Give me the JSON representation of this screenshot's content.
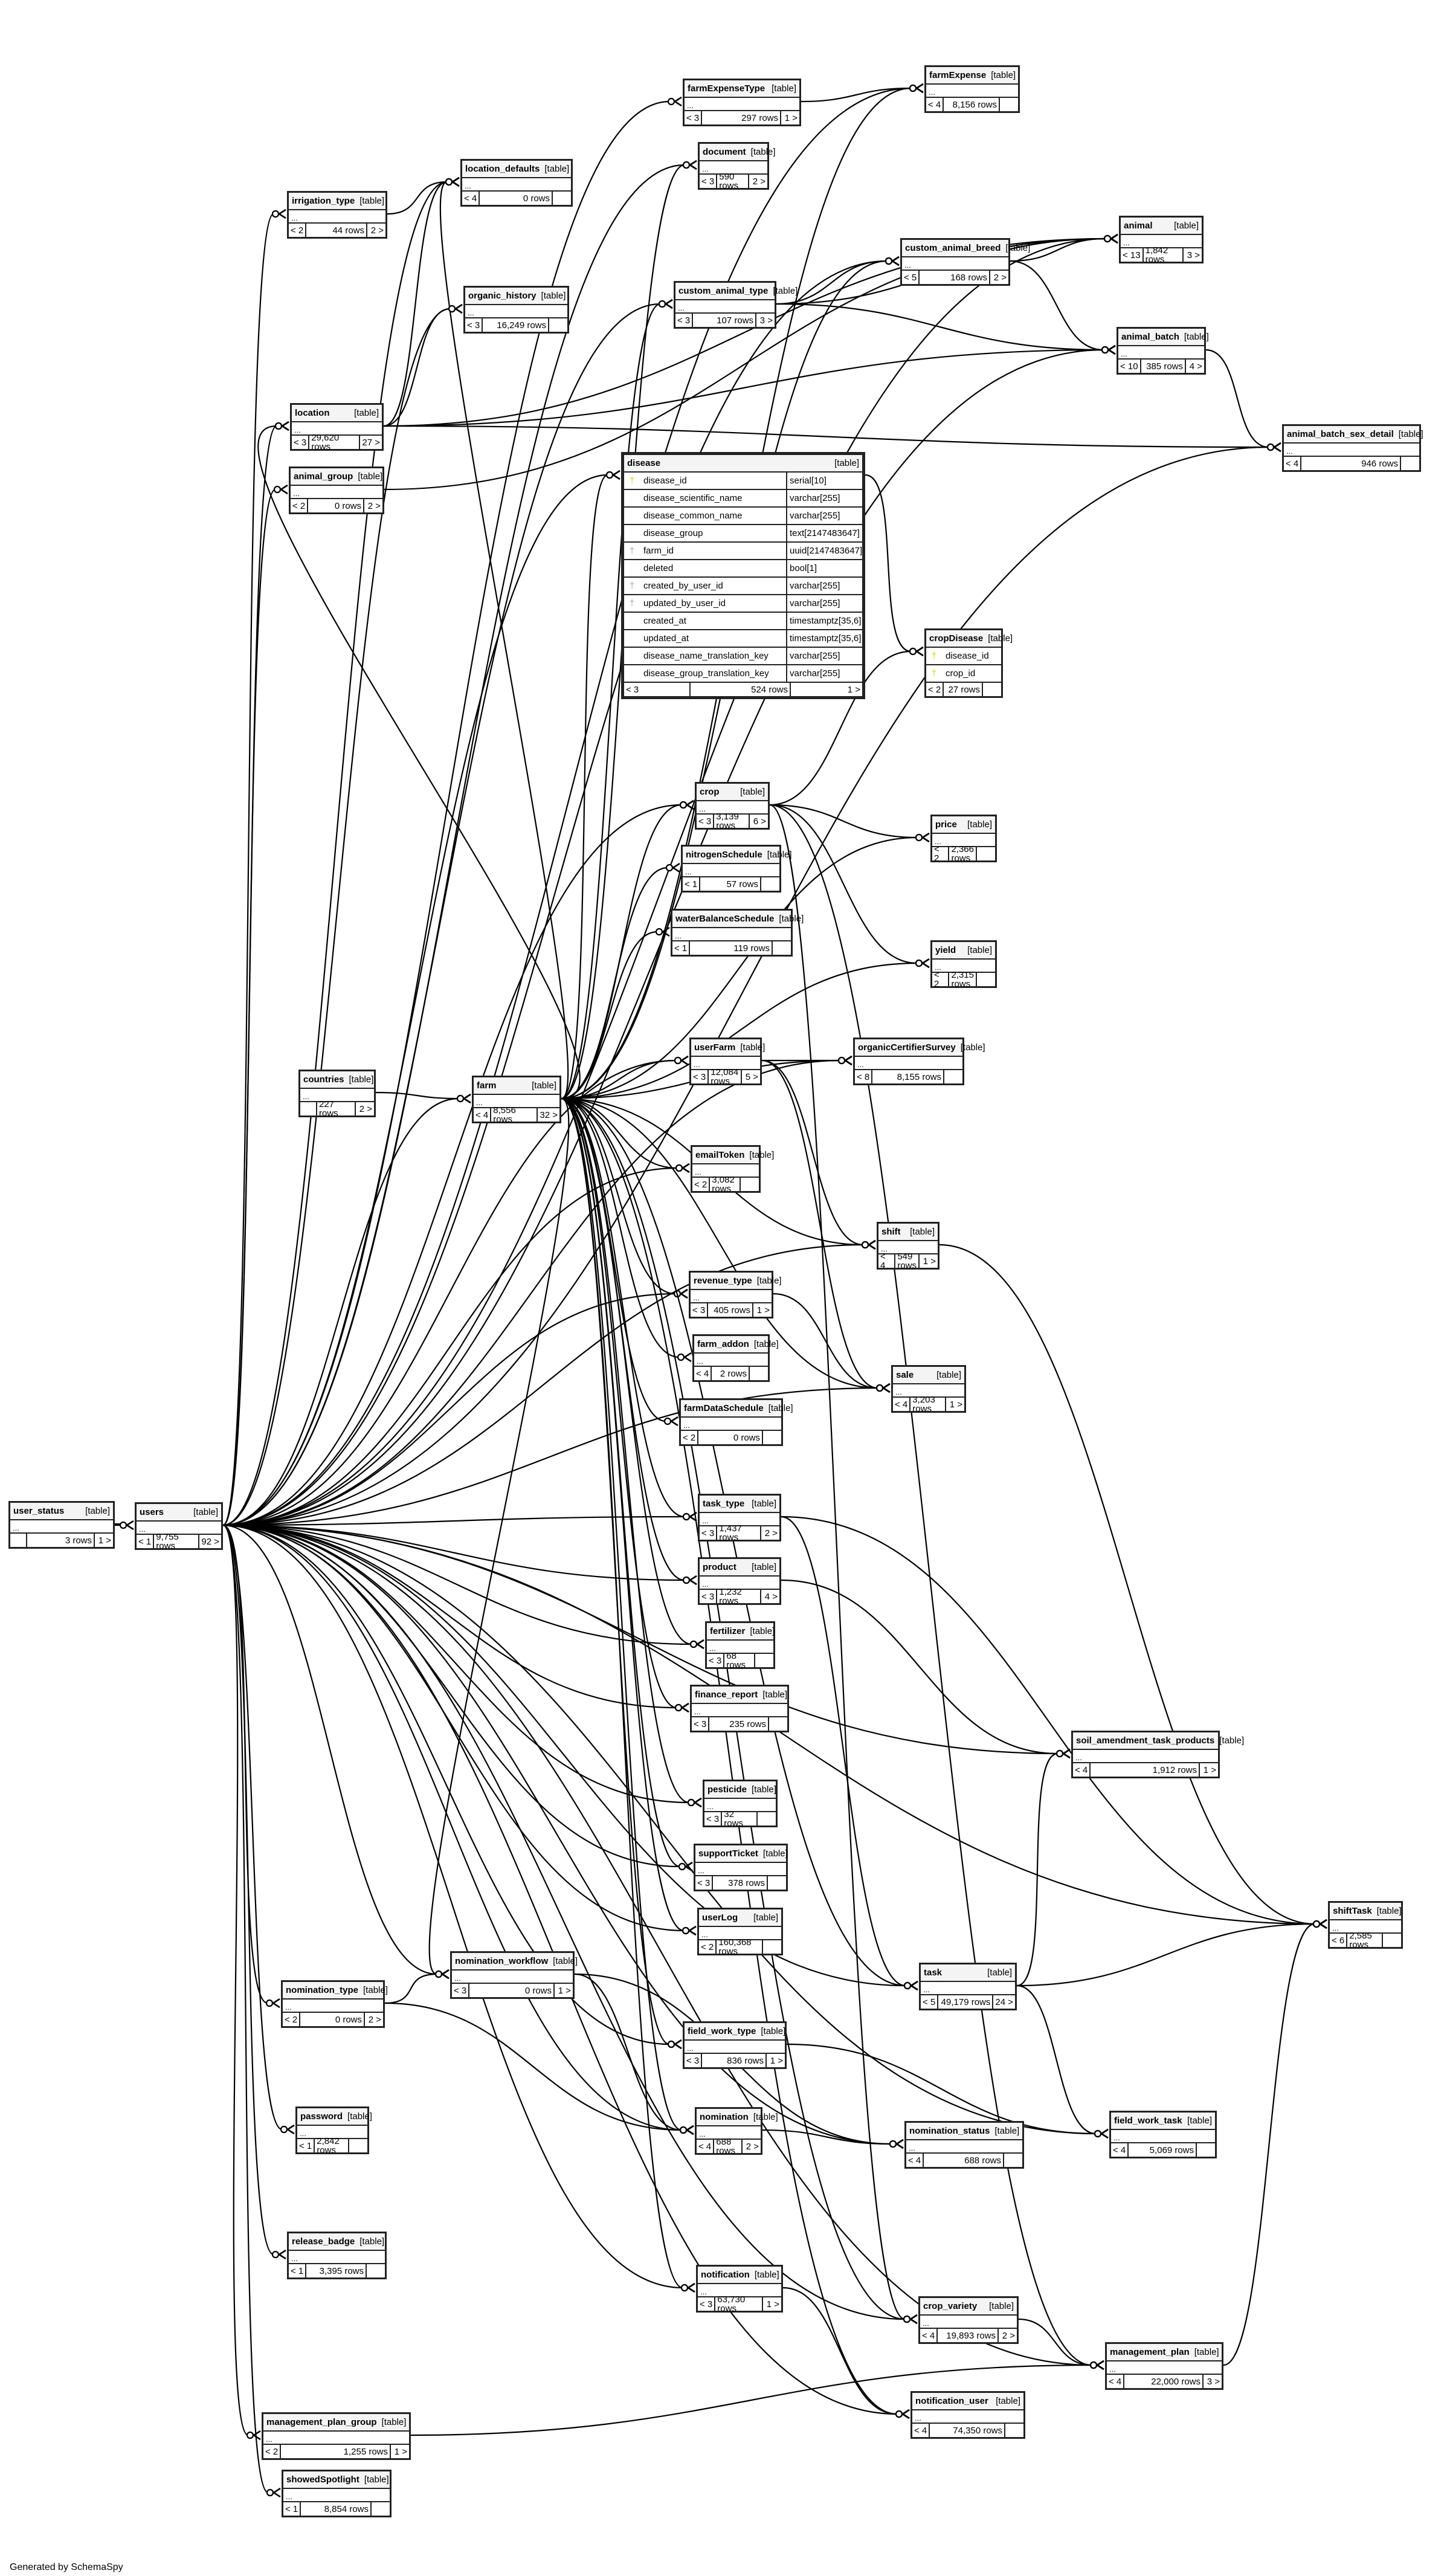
{
  "footer": "Generated by SchemaSpy",
  "kind_label": "[table]",
  "dots": "...",
  "tables": {
    "user_status": {
      "name": "user_status",
      "parents": "",
      "rows": "3 rows",
      "children": "1 >"
    },
    "users": {
      "name": "users",
      "parents": "< 1",
      "rows": "9,755 rows",
      "children": "92 >"
    },
    "farmExpenseType": {
      "name": "farmExpenseType",
      "parents": "< 3",
      "rows": "297 rows",
      "children": "1 >"
    },
    "farmExpense": {
      "name": "farmExpense",
      "parents": "< 4",
      "rows": "8,156 rows",
      "children": ""
    },
    "document": {
      "name": "document",
      "parents": "< 3",
      "rows": "590 rows",
      "children": "2 >"
    },
    "location_defaults": {
      "name": "location_defaults",
      "parents": "< 4",
      "rows": "0 rows",
      "children": ""
    },
    "irrigation_type": {
      "name": "irrigation_type",
      "parents": "< 2",
      "rows": "44 rows",
      "children": "2 >"
    },
    "animal": {
      "name": "animal",
      "parents": "< 13",
      "rows": "1,842 rows",
      "children": "3 >"
    },
    "custom_animal_breed": {
      "name": "custom_animal_breed",
      "parents": "< 5",
      "rows": "168 rows",
      "children": "2 >"
    },
    "custom_animal_type": {
      "name": "custom_animal_type",
      "parents": "< 3",
      "rows": "107 rows",
      "children": "3 >"
    },
    "organic_history": {
      "name": "organic_history",
      "parents": "< 3",
      "rows": "16,249 rows",
      "children": ""
    },
    "animal_batch": {
      "name": "animal_batch",
      "parents": "< 10",
      "rows": "385 rows",
      "children": "4 >"
    },
    "location": {
      "name": "location",
      "parents": "< 3",
      "rows": "29,620 rows",
      "children": "27 >"
    },
    "animal_batch_sex_detail": {
      "name": "animal_batch_sex_detail",
      "parents": "< 4",
      "rows": "946 rows",
      "children": ""
    },
    "animal_group": {
      "name": "animal_group",
      "parents": "< 2",
      "rows": "0 rows",
      "children": "2 >"
    },
    "disease": {
      "name": "disease",
      "parents": "< 3",
      "rows": "524 rows",
      "children": "1 >",
      "columns": [
        {
          "name": "disease_id",
          "type": "serial[10]",
          "key": "pk"
        },
        {
          "name": "disease_scientific_name",
          "type": "varchar[255]",
          "key": ""
        },
        {
          "name": "disease_common_name",
          "type": "varchar[255]",
          "key": ""
        },
        {
          "name": "disease_group",
          "type": "text[2147483647]",
          "key": ""
        },
        {
          "name": "farm_id",
          "type": "uuid[2147483647]",
          "key": "fk"
        },
        {
          "name": "deleted",
          "type": "bool[1]",
          "key": ""
        },
        {
          "name": "created_by_user_id",
          "type": "varchar[255]",
          "key": "fk"
        },
        {
          "name": "updated_by_user_id",
          "type": "varchar[255]",
          "key": "fk"
        },
        {
          "name": "created_at",
          "type": "timestamptz[35,6]",
          "key": ""
        },
        {
          "name": "updated_at",
          "type": "timestamptz[35,6]",
          "key": ""
        },
        {
          "name": "disease_name_translation_key",
          "type": "varchar[255]",
          "key": ""
        },
        {
          "name": "disease_group_translation_key",
          "type": "varchar[255]",
          "key": ""
        }
      ]
    },
    "cropDisease": {
      "name": "cropDisease",
      "parents": "< 2",
      "rows": "27 rows",
      "children": "",
      "columns": [
        {
          "name": "disease_id",
          "key": "pk"
        },
        {
          "name": "crop_id",
          "key": "pk"
        }
      ]
    },
    "crop": {
      "name": "crop",
      "parents": "< 3",
      "rows": "3,139 rows",
      "children": "6 >"
    },
    "price": {
      "name": "price",
      "parents": "< 2",
      "rows": "2,366 rows",
      "children": ""
    },
    "nitrogenSchedule": {
      "name": "nitrogenSchedule",
      "parents": "< 1",
      "rows": "57 rows",
      "children": ""
    },
    "waterBalanceSchedule": {
      "name": "waterBalanceSchedule",
      "parents": "< 1",
      "rows": "119 rows",
      "children": ""
    },
    "yield": {
      "name": "yield",
      "parents": "< 2",
      "rows": "2,315 rows",
      "children": ""
    },
    "countries": {
      "name": "countries",
      "parents": "",
      "rows": "227 rows",
      "children": "2 >"
    },
    "farm": {
      "name": "farm",
      "parents": "< 4",
      "rows": "8,556 rows",
      "children": "32 >"
    },
    "userFarm": {
      "name": "userFarm",
      "parents": "< 3",
      "rows": "12,084 rows",
      "children": "5 >"
    },
    "organicCertifierSurvey": {
      "name": "organicCertifierSurvey",
      "parents": "< 8",
      "rows": "8,155 rows",
      "children": ""
    },
    "emailToken": {
      "name": "emailToken",
      "parents": "< 2",
      "rows": "3,082 rows",
      "children": ""
    },
    "shift": {
      "name": "shift",
      "parents": "< 4",
      "rows": "549 rows",
      "children": "1 >"
    },
    "revenue_type": {
      "name": "revenue_type",
      "parents": "< 3",
      "rows": "405 rows",
      "children": "1 >"
    },
    "farm_addon": {
      "name": "farm_addon",
      "parents": "< 4",
      "rows": "2 rows",
      "children": ""
    },
    "sale": {
      "name": "sale",
      "parents": "< 4",
      "rows": "3,203 rows",
      "children": "1 >"
    },
    "farmDataSchedule": {
      "name": "farmDataSchedule",
      "parents": "< 2",
      "rows": "0 rows",
      "children": ""
    },
    "task_type": {
      "name": "task_type",
      "parents": "< 3",
      "rows": "1,437 rows",
      "children": "2 >"
    },
    "product": {
      "name": "product",
      "parents": "< 3",
      "rows": "1,232 rows",
      "children": "4 >"
    },
    "fertilizer": {
      "name": "fertilizer",
      "parents": "< 3",
      "rows": "68 rows",
      "children": ""
    },
    "finance_report": {
      "name": "finance_report",
      "parents": "< 3",
      "rows": "235 rows",
      "children": ""
    },
    "soil_amendment_task_products": {
      "name": "soil_amendment_task_products",
      "parents": "< 4",
      "rows": "1,912 rows",
      "children": "1 >"
    },
    "pesticide": {
      "name": "pesticide",
      "parents": "< 3",
      "rows": "32 rows",
      "children": ""
    },
    "supportTicket": {
      "name": "supportTicket",
      "parents": "< 3",
      "rows": "378 rows",
      "children": ""
    },
    "shiftTask": {
      "name": "shiftTask",
      "parents": "< 6",
      "rows": "2,585 rows",
      "children": ""
    },
    "userLog": {
      "name": "userLog",
      "parents": "< 2",
      "rows": "160,368 rows",
      "children": ""
    },
    "nomination_workflow": {
      "name": "nomination_workflow",
      "parents": "< 3",
      "rows": "0 rows",
      "children": "1 >"
    },
    "nomination_type": {
      "name": "nomination_type",
      "parents": "< 2",
      "rows": "0 rows",
      "children": "2 >"
    },
    "task": {
      "name": "task",
      "parents": "< 5",
      "rows": "49,179 rows",
      "children": "24 >"
    },
    "field_work_type": {
      "name": "field_work_type",
      "parents": "< 3",
      "rows": "836 rows",
      "children": "1 >"
    },
    "password": {
      "name": "password",
      "parents": "< 1",
      "rows": "2,842 rows",
      "children": ""
    },
    "nomination": {
      "name": "nomination",
      "parents": "< 4",
      "rows": "688 rows",
      "children": "2 >"
    },
    "nomination_status": {
      "name": "nomination_status",
      "parents": "< 4",
      "rows": "688 rows",
      "children": ""
    },
    "field_work_task": {
      "name": "field_work_task",
      "parents": "< 4",
      "rows": "5,069 rows",
      "children": ""
    },
    "release_badge": {
      "name": "release_badge",
      "parents": "< 1",
      "rows": "3,395 rows",
      "children": ""
    },
    "notification": {
      "name": "notification",
      "parents": "< 3",
      "rows": "63,730 rows",
      "children": "1 >"
    },
    "crop_variety": {
      "name": "crop_variety",
      "parents": "< 4",
      "rows": "19,893 rows",
      "children": "2 >"
    },
    "management_plan": {
      "name": "management_plan",
      "parents": "< 4",
      "rows": "22,000 rows",
      "children": "3 >"
    },
    "notification_user": {
      "name": "notification_user",
      "parents": "< 4",
      "rows": "74,350 rows",
      "children": ""
    },
    "management_plan_group": {
      "name": "management_plan_group",
      "parents": "< 2",
      "rows": "1,255 rows",
      "children": "1 >"
    },
    "showedSpotlight": {
      "name": "showedSpotlight",
      "parents": "< 1",
      "rows": "8,854 rows",
      "children": ""
    }
  },
  "relationships": [
    [
      "user_status",
      "users"
    ],
    [
      "users",
      "farmExpenseType"
    ],
    [
      "users",
      "farmExpense"
    ],
    [
      "farmExpenseType",
      "farmExpense"
    ],
    [
      "farm",
      "farmExpense"
    ],
    [
      "users",
      "document"
    ],
    [
      "farm",
      "document"
    ],
    [
      "users",
      "location_defaults"
    ],
    [
      "irrigation_type",
      "location_defaults"
    ],
    [
      "location",
      "location_defaults"
    ],
    [
      "farm",
      "location_defaults"
    ],
    [
      "users",
      "irrigation_type"
    ],
    [
      "users",
      "animal"
    ],
    [
      "custom_animal_breed",
      "animal"
    ],
    [
      "custom_animal_type",
      "animal"
    ],
    [
      "location",
      "animal"
    ],
    [
      "animal_group",
      "animal"
    ],
    [
      "users",
      "custom_animal_breed"
    ],
    [
      "custom_animal_type",
      "custom_animal_breed"
    ],
    [
      "farm",
      "custom_animal_breed"
    ],
    [
      "users",
      "custom_animal_type"
    ],
    [
      "farm",
      "custom_animal_type"
    ],
    [
      "users",
      "organic_history"
    ],
    [
      "location",
      "organic_history"
    ],
    [
      "users",
      "animal_batch"
    ],
    [
      "custom_animal_breed",
      "animal_batch"
    ],
    [
      "custom_animal_type",
      "animal_batch"
    ],
    [
      "location",
      "animal_batch"
    ],
    [
      "users",
      "location"
    ],
    [
      "farm",
      "location"
    ],
    [
      "animal_batch",
      "animal_batch_sex_detail"
    ],
    [
      "users",
      "animal_batch_sex_detail"
    ],
    [
      "location",
      "animal_batch_sex_detail"
    ],
    [
      "users",
      "animal_group"
    ],
    [
      "farm",
      "disease"
    ],
    [
      "users",
      "disease"
    ],
    [
      "disease",
      "cropDisease"
    ],
    [
      "crop",
      "cropDisease"
    ],
    [
      "users",
      "crop"
    ],
    [
      "farm",
      "crop"
    ],
    [
      "crop",
      "price"
    ],
    [
      "farm",
      "price"
    ],
    [
      "crop",
      "yield"
    ],
    [
      "farm",
      "yield"
    ],
    [
      "farm",
      "nitrogenSchedule"
    ],
    [
      "farm",
      "waterBalanceSchedule"
    ],
    [
      "countries",
      "farm"
    ],
    [
      "users",
      "farm"
    ],
    [
      "users",
      "userFarm"
    ],
    [
      "farm",
      "userFarm"
    ],
    [
      "userFarm",
      "organicCertifierSurvey"
    ],
    [
      "users",
      "organicCertifierSurvey"
    ],
    [
      "farm",
      "organicCertifierSurvey"
    ],
    [
      "users",
      "emailToken"
    ],
    [
      "farm",
      "emailToken"
    ],
    [
      "userFarm",
      "shift"
    ],
    [
      "users",
      "shift"
    ],
    [
      "farm",
      "shift"
    ],
    [
      "users",
      "revenue_type"
    ],
    [
      "farm",
      "revenue_type"
    ],
    [
      "farm",
      "farm_addon"
    ],
    [
      "revenue_type",
      "sale"
    ],
    [
      "userFarm",
      "sale"
    ],
    [
      "users",
      "sale"
    ],
    [
      "farm",
      "sale"
    ],
    [
      "farm",
      "farmDataSchedule"
    ],
    [
      "users",
      "task_type"
    ],
    [
      "farm",
      "task_type"
    ],
    [
      "users",
      "product"
    ],
    [
      "farm",
      "product"
    ],
    [
      "farm",
      "fertilizer"
    ],
    [
      "users",
      "fertilizer"
    ],
    [
      "farm",
      "finance_report"
    ],
    [
      "users",
      "finance_report"
    ],
    [
      "product",
      "soil_amendment_task_products"
    ],
    [
      "task",
      "soil_amendment_task_products"
    ],
    [
      "users",
      "soil_amendment_task_products"
    ],
    [
      "users",
      "pesticide"
    ],
    [
      "farm",
      "pesticide"
    ],
    [
      "users",
      "supportTicket"
    ],
    [
      "farm",
      "supportTicket"
    ],
    [
      "shift",
      "shiftTask"
    ],
    [
      "task_type",
      "shiftTask"
    ],
    [
      "users",
      "shiftTask"
    ],
    [
      "management_plan",
      "shiftTask"
    ],
    [
      "task",
      "shiftTask"
    ],
    [
      "users",
      "userLog"
    ],
    [
      "farm",
      "userLog"
    ],
    [
      "users",
      "nomination_workflow"
    ],
    [
      "nomination_type",
      "nomination_workflow"
    ],
    [
      "farm",
      "nomination_workflow"
    ],
    [
      "users",
      "nomination_type"
    ],
    [
      "task_type",
      "task"
    ],
    [
      "users",
      "task"
    ],
    [
      "farm",
      "task"
    ],
    [
      "users",
      "field_work_type"
    ],
    [
      "farm",
      "field_work_type"
    ],
    [
      "users",
      "password"
    ],
    [
      "users",
      "nomination"
    ],
    [
      "nomination_type",
      "nomination"
    ],
    [
      "nomination_workflow",
      "nomination"
    ],
    [
      "farm",
      "nomination"
    ],
    [
      "nomination",
      "nomination_status"
    ],
    [
      "users",
      "nomination_status"
    ],
    [
      "nomination_workflow",
      "nomination_status"
    ],
    [
      "task",
      "field_work_task"
    ],
    [
      "field_work_type",
      "field_work_task"
    ],
    [
      "users",
      "field_work_task"
    ],
    [
      "users",
      "release_badge"
    ],
    [
      "users",
      "notification"
    ],
    [
      "farm",
      "notification"
    ],
    [
      "crop",
      "crop_variety"
    ],
    [
      "users",
      "crop_variety"
    ],
    [
      "farm",
      "crop_variety"
    ],
    [
      "crop_variety",
      "management_plan"
    ],
    [
      "users",
      "management_plan"
    ],
    [
      "management_plan_group",
      "management_plan"
    ],
    [
      "crop",
      "management_plan"
    ],
    [
      "notification",
      "notification_user"
    ],
    [
      "users",
      "notification_user"
    ],
    [
      "farm",
      "notification_user"
    ],
    [
      "users",
      "management_plan_group"
    ],
    [
      "users",
      "showedSpotlight"
    ]
  ]
}
